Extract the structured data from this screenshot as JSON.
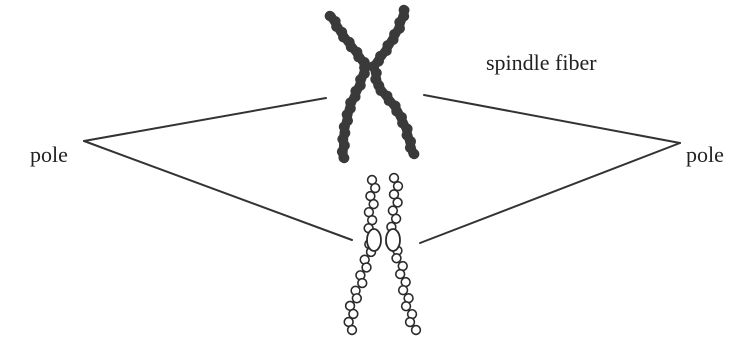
{
  "labels": {
    "pole_left": "pole",
    "pole_right": "pole",
    "spindle_fiber": "spindle fiber"
  },
  "colors": {
    "background": "#ffffff",
    "line": "#333333",
    "dark_chromosome": "#3a3a3a",
    "light_chromosome_stroke": "#2a2a2a",
    "light_chromosome_fill": "#ffffff"
  }
}
